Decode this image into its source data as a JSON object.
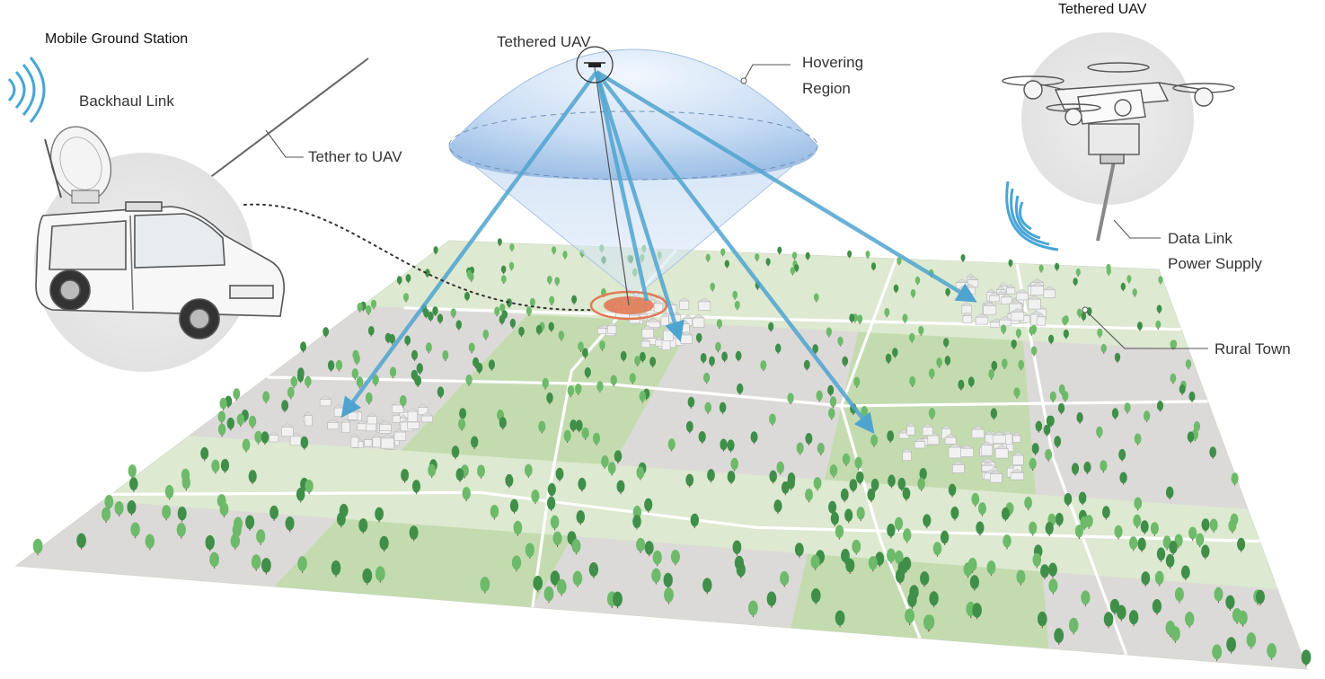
{
  "labels": {
    "mobile_ground_station": "Mobile Ground Station",
    "backhaul_link": "Backhaul Link",
    "tether_to_uav": "Tether to UAV",
    "tethered_uav_center": "Tethered UAV",
    "hovering_region_1": "Hovering",
    "hovering_region_2": "Region",
    "tethered_uav_inset": "Tethered UAV",
    "data_link": "Data Link",
    "power_supply": "Power Supply",
    "rural_town": "Rural Town"
  },
  "colors": {
    "grass_light": "#dde9d0",
    "grass_mid": "#c4dbb0",
    "field_gray": "#dcdad8",
    "beam": "#4fa3cf",
    "dome": "#bcd6f3",
    "ground_marker": "#e07a55",
    "tree_dark": "#3f8f49",
    "tree_light": "#6dba6a",
    "road": "#ffffff"
  },
  "icons": [
    "satellite-dish-icon",
    "van-icon",
    "quadcopter-icon",
    "signal-waves-icon"
  ]
}
